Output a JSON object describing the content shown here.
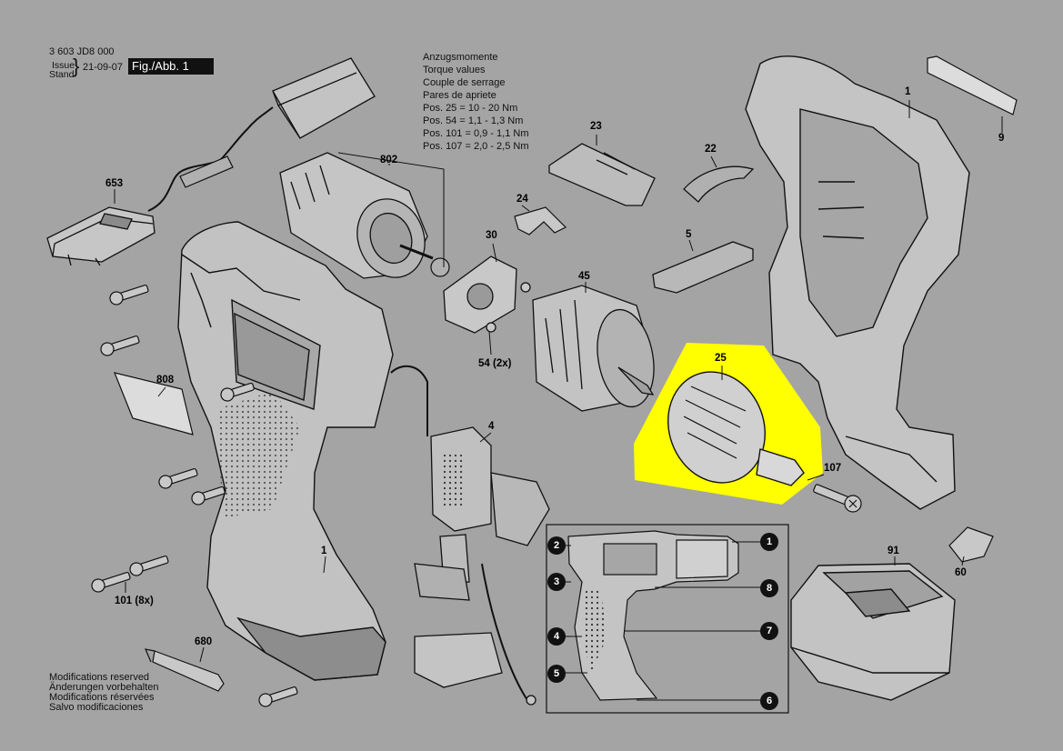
{
  "header": {
    "doc_number": "3 603 JD8 000",
    "issue_label": "Issue",
    "stand_label": "Stand",
    "date": "21-09-07",
    "figure_label": "Fig./Abb. 1"
  },
  "torque": {
    "lines": [
      "Anzugsmomente",
      "Torque values",
      "Couple de serrage",
      "Pares de apriete",
      "Pos. 25   = 10 - 20 Nm",
      "Pos. 54   = 1,1 - 1,3 Nm",
      "Pos. 101 = 0,9 - 1,1 Nm",
      "Pos. 107 = 2,0 - 2,5 Nm"
    ]
  },
  "footer": {
    "lines": [
      "Modifications reserved",
      "Änderungen vorbehalten",
      "Modifications réservées",
      "Salvo modificaciones"
    ]
  },
  "parts": [
    {
      "id": "p1a",
      "label": "1"
    },
    {
      "id": "p9",
      "label": "9"
    },
    {
      "id": "p23",
      "label": "23"
    },
    {
      "id": "p22",
      "label": "22"
    },
    {
      "id": "p802",
      "label": "802"
    },
    {
      "id": "p653",
      "label": "653"
    },
    {
      "id": "p24",
      "label": "24"
    },
    {
      "id": "p30",
      "label": "30"
    },
    {
      "id": "p5",
      "label": "5"
    },
    {
      "id": "p45",
      "label": "45"
    },
    {
      "id": "p54",
      "label": "54 (2x)"
    },
    {
      "id": "p808",
      "label": "808"
    },
    {
      "id": "p25",
      "label": "25"
    },
    {
      "id": "p4",
      "label": "4"
    },
    {
      "id": "p107",
      "label": "107"
    },
    {
      "id": "p1b",
      "label": "1"
    },
    {
      "id": "p91",
      "label": "91"
    },
    {
      "id": "p60",
      "label": "60"
    },
    {
      "id": "p101",
      "label": "101 (8x)"
    },
    {
      "id": "p680",
      "label": "680"
    }
  ],
  "inset_callouts": [
    "1",
    "2",
    "3",
    "4",
    "5",
    "6",
    "7",
    "8"
  ],
  "highlight_color": "#ffff00",
  "line_color": "#111111",
  "part_fill": "#bdbdbd",
  "part_dark": "#7a7a7a"
}
